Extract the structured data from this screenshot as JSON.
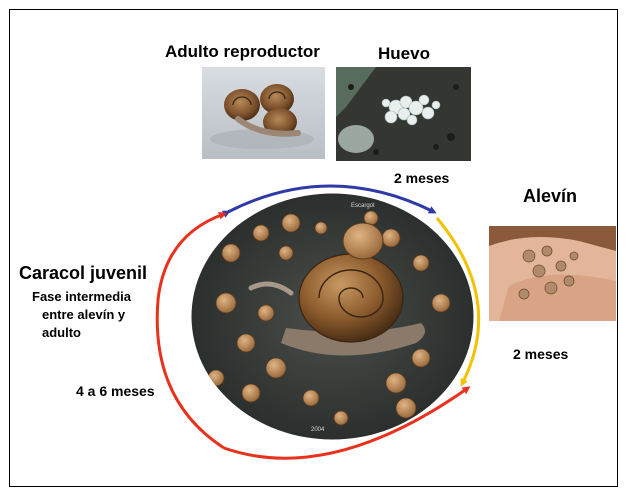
{
  "stages": {
    "adult": {
      "title": "Adulto reproductor"
    },
    "egg": {
      "title": "Huevo"
    },
    "hatchling": {
      "title": "Alevín"
    },
    "juvenile": {
      "title": "Caracol juvenil",
      "description": [
        "Fase intermedia",
        "entre alevín y",
        "adulto"
      ]
    }
  },
  "durations": {
    "egg_to_hatchling": "2 meses",
    "hatchling_to_juvenile": "2 meses",
    "juvenile_to_adult": "4 a 6 meses"
  },
  "photo_marks": {
    "center_top": "Escargot",
    "center_bottom": "2004"
  },
  "colors": {
    "arrow_top": "#2e3aa6",
    "arrow_right": "#f2c200",
    "arrow_left": "#e8321e",
    "arrow_bottom_left": "#e8321e",
    "snail_shell": "#8a5a2c",
    "egg_white": "#e9efef",
    "soil": "#2c2f2a",
    "skin": "#e3b59a"
  }
}
